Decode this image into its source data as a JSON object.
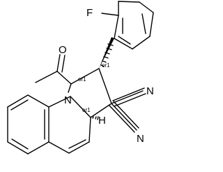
{
  "molecule": {
    "atoms": {
      "fluorine": "F",
      "carbonyl_oxygen": "O",
      "ring_nitrogen": "N",
      "bridgehead_hydrogen": "H",
      "nitrile_1_nitrogen": "N",
      "nitrile_2_nitrogen": "N"
    },
    "stereo_labels": {
      "c1": "or1",
      "c2": "or1",
      "c3a": "or1"
    }
  }
}
